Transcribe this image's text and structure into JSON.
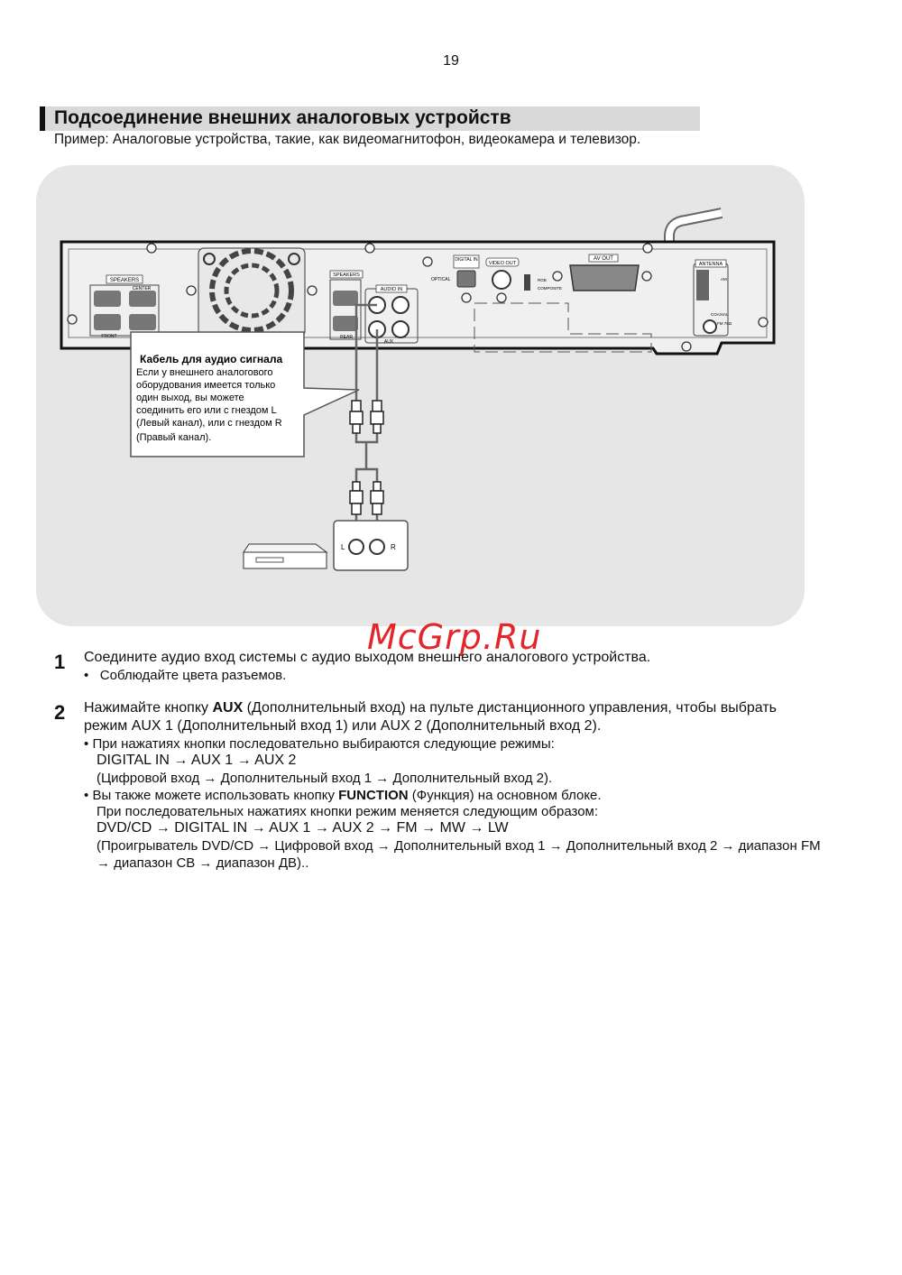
{
  "page_number": "19",
  "header": {
    "title": "Подсоединение внешних аналоговых устройств",
    "subtitle": "Пример: Аналоговые устройства, такие, как видеомагнитофон, видеокамера и телевизор."
  },
  "diagram": {
    "panel_labels": {
      "speakers_front": "SPEAKERS",
      "center": "CENTER",
      "front": "FRONT",
      "speakers_rear": "SPEAKERS",
      "rear": "REAR",
      "audio_in": "AUDIO IN",
      "aux": "AUX",
      "digital_in": "DIGITAL IN",
      "optical": "OPTICAL",
      "video_out": "VIDEO OUT",
      "rgb": "RGB",
      "composite": "COMPOSITE",
      "av_out": "AV OUT",
      "antenna": "ANTENNA",
      "am": "AM",
      "coaxial": "COAXIAL",
      "fm": "FM 75Ω"
    },
    "callout": {
      "title": "Кабель для аудио сигнала",
      "lines": [
        "Если у внешнего аналогового",
        "оборудования имеется только",
        "один выход, вы можете",
        "соединить его или с гнездом L",
        "(Левый канал), или с гнездом R",
        " (Правый канал)."
      ]
    },
    "jack_left": "L",
    "jack_right": "R"
  },
  "watermark": "McGrp.Ru",
  "steps": [
    {
      "number": "1",
      "text": "Соедините аудио вход системы с аудио выходом внешнего аналогового устройства.",
      "bullet": "Соблюдайте цвета разъемов."
    },
    {
      "number": "2",
      "line1_a": "Нажимайте кнопку ",
      "line1_b": "AUX",
      "line1_c": " (Дополнительный вход) на пульте дистанционного управления, чтобы выбрать",
      "line2": "режим AUX 1 (Дополнительный вход 1) или AUX 2 (Дополнительный вход 2).",
      "bullet1": "При нажатиях кнопки последовательно выбираются следующие режимы:",
      "bullet1_l2": "DIGITAL IN → AUX 1 → AUX 2",
      "bullet1_l3": "(Цифровой вход → Дополнительный вход 1 → Дополнительный вход 2).",
      "bullet2_a": "Вы также можете использовать кнопку ",
      "bullet2_b": "FUNCTION",
      "bullet2_c": " (Функция) на основном блоке.",
      "bullet2_l2": "При последовательных нажатиях кнопки режим меняется следующим образом:",
      "bullet2_l3": "DVD/CD → DIGITAL IN → AUX 1 → AUX 2 → FM → MW → LW",
      "bullet2_l4": "(Проигрыватель DVD/CD → Цифровой вход → Дополнительный вход 1 → Дополнительный вход 2 → диапазон FM",
      "bullet2_l5": "→ диапазон СВ → диапазон ДВ).."
    }
  ],
  "bullet_char": "•"
}
